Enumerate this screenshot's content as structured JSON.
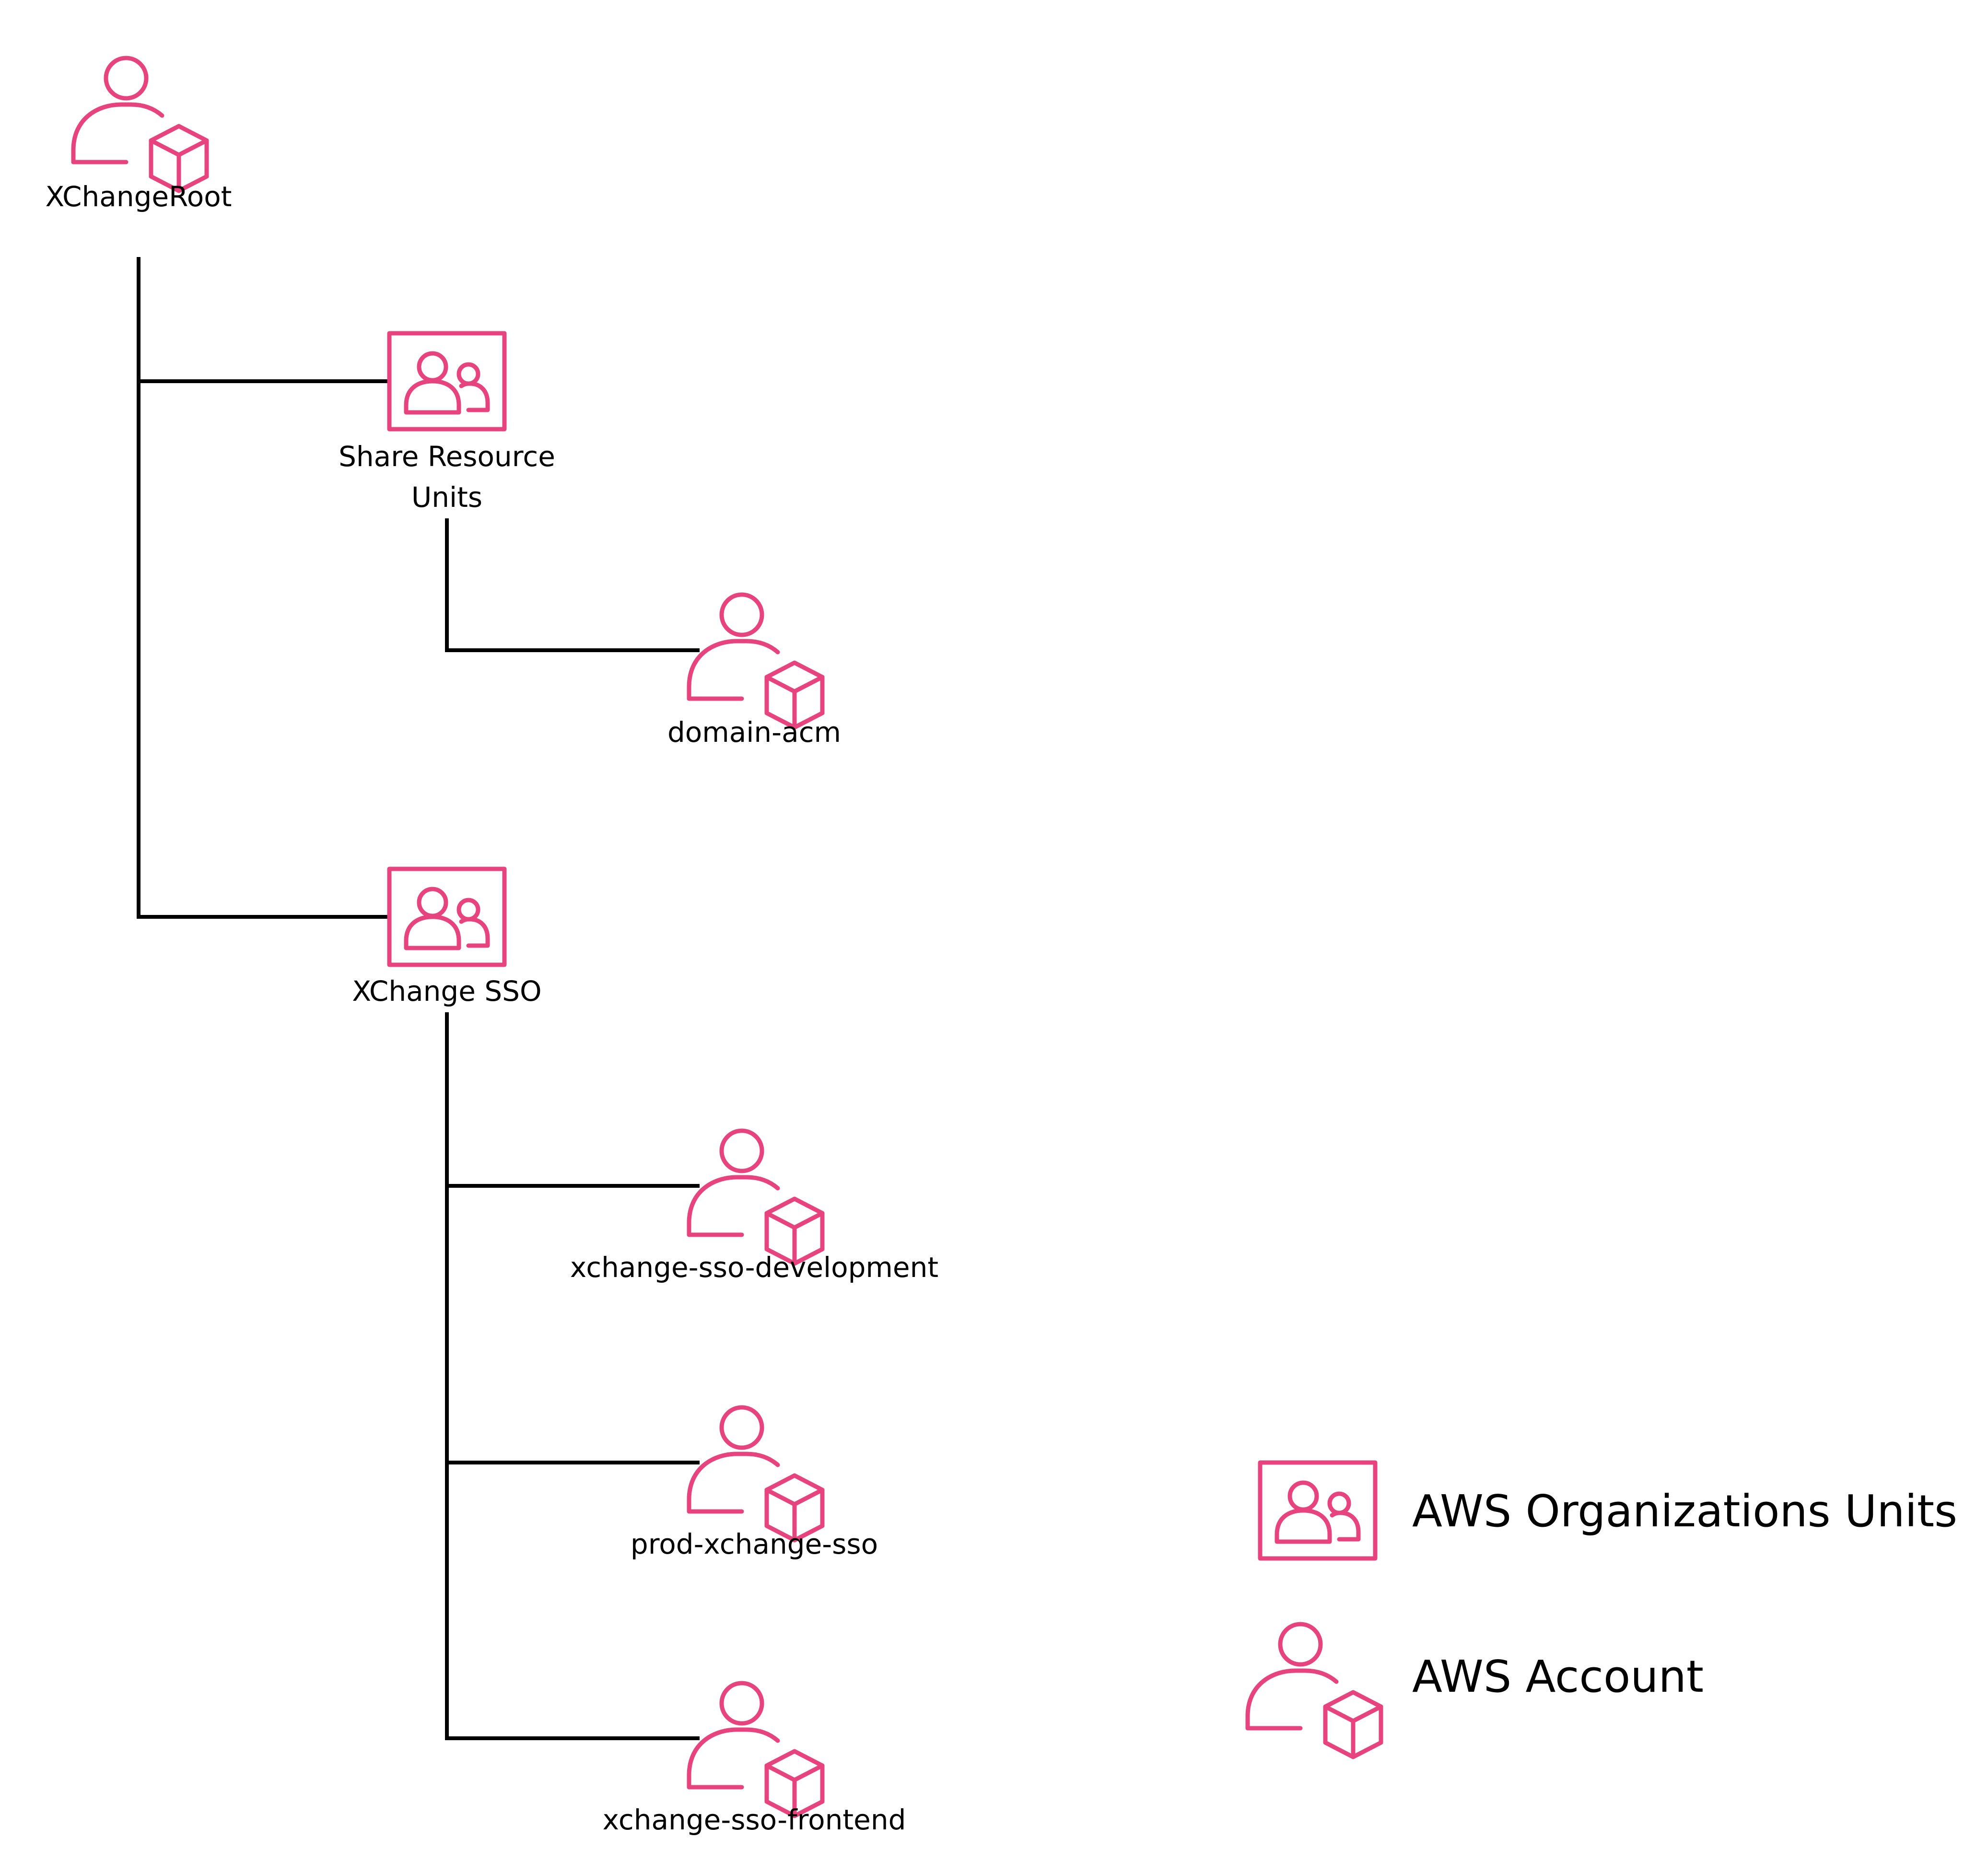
{
  "colors": {
    "icon": "#E7437F",
    "line": "#000000",
    "text": "#000000",
    "background": "#FFFFFF"
  },
  "icons": {
    "organizational_unit": "org-unit-icon",
    "account": "account-icon"
  },
  "nodes": {
    "root": {
      "label": "XChangeRoot",
      "icon": "account-icon"
    },
    "share_resource_units": {
      "label_line1": "Share Resource",
      "label_line2": "Units",
      "icon": "org-unit-icon"
    },
    "domain_acm": {
      "label": "domain-acm",
      "icon": "account-icon"
    },
    "xchange_sso": {
      "label": "XChange SSO",
      "icon": "org-unit-icon"
    },
    "xchange_sso_development": {
      "label": "xchange-sso-development",
      "icon": "account-icon"
    },
    "prod_xchange_sso": {
      "label": "prod-xchange-sso",
      "icon": "account-icon"
    },
    "xchange_sso_frontend": {
      "label": "xchange-sso-frontend",
      "icon": "account-icon"
    }
  },
  "legend": {
    "org_unit_label": "AWS Organizations Units",
    "account_label": "AWS Account"
  }
}
